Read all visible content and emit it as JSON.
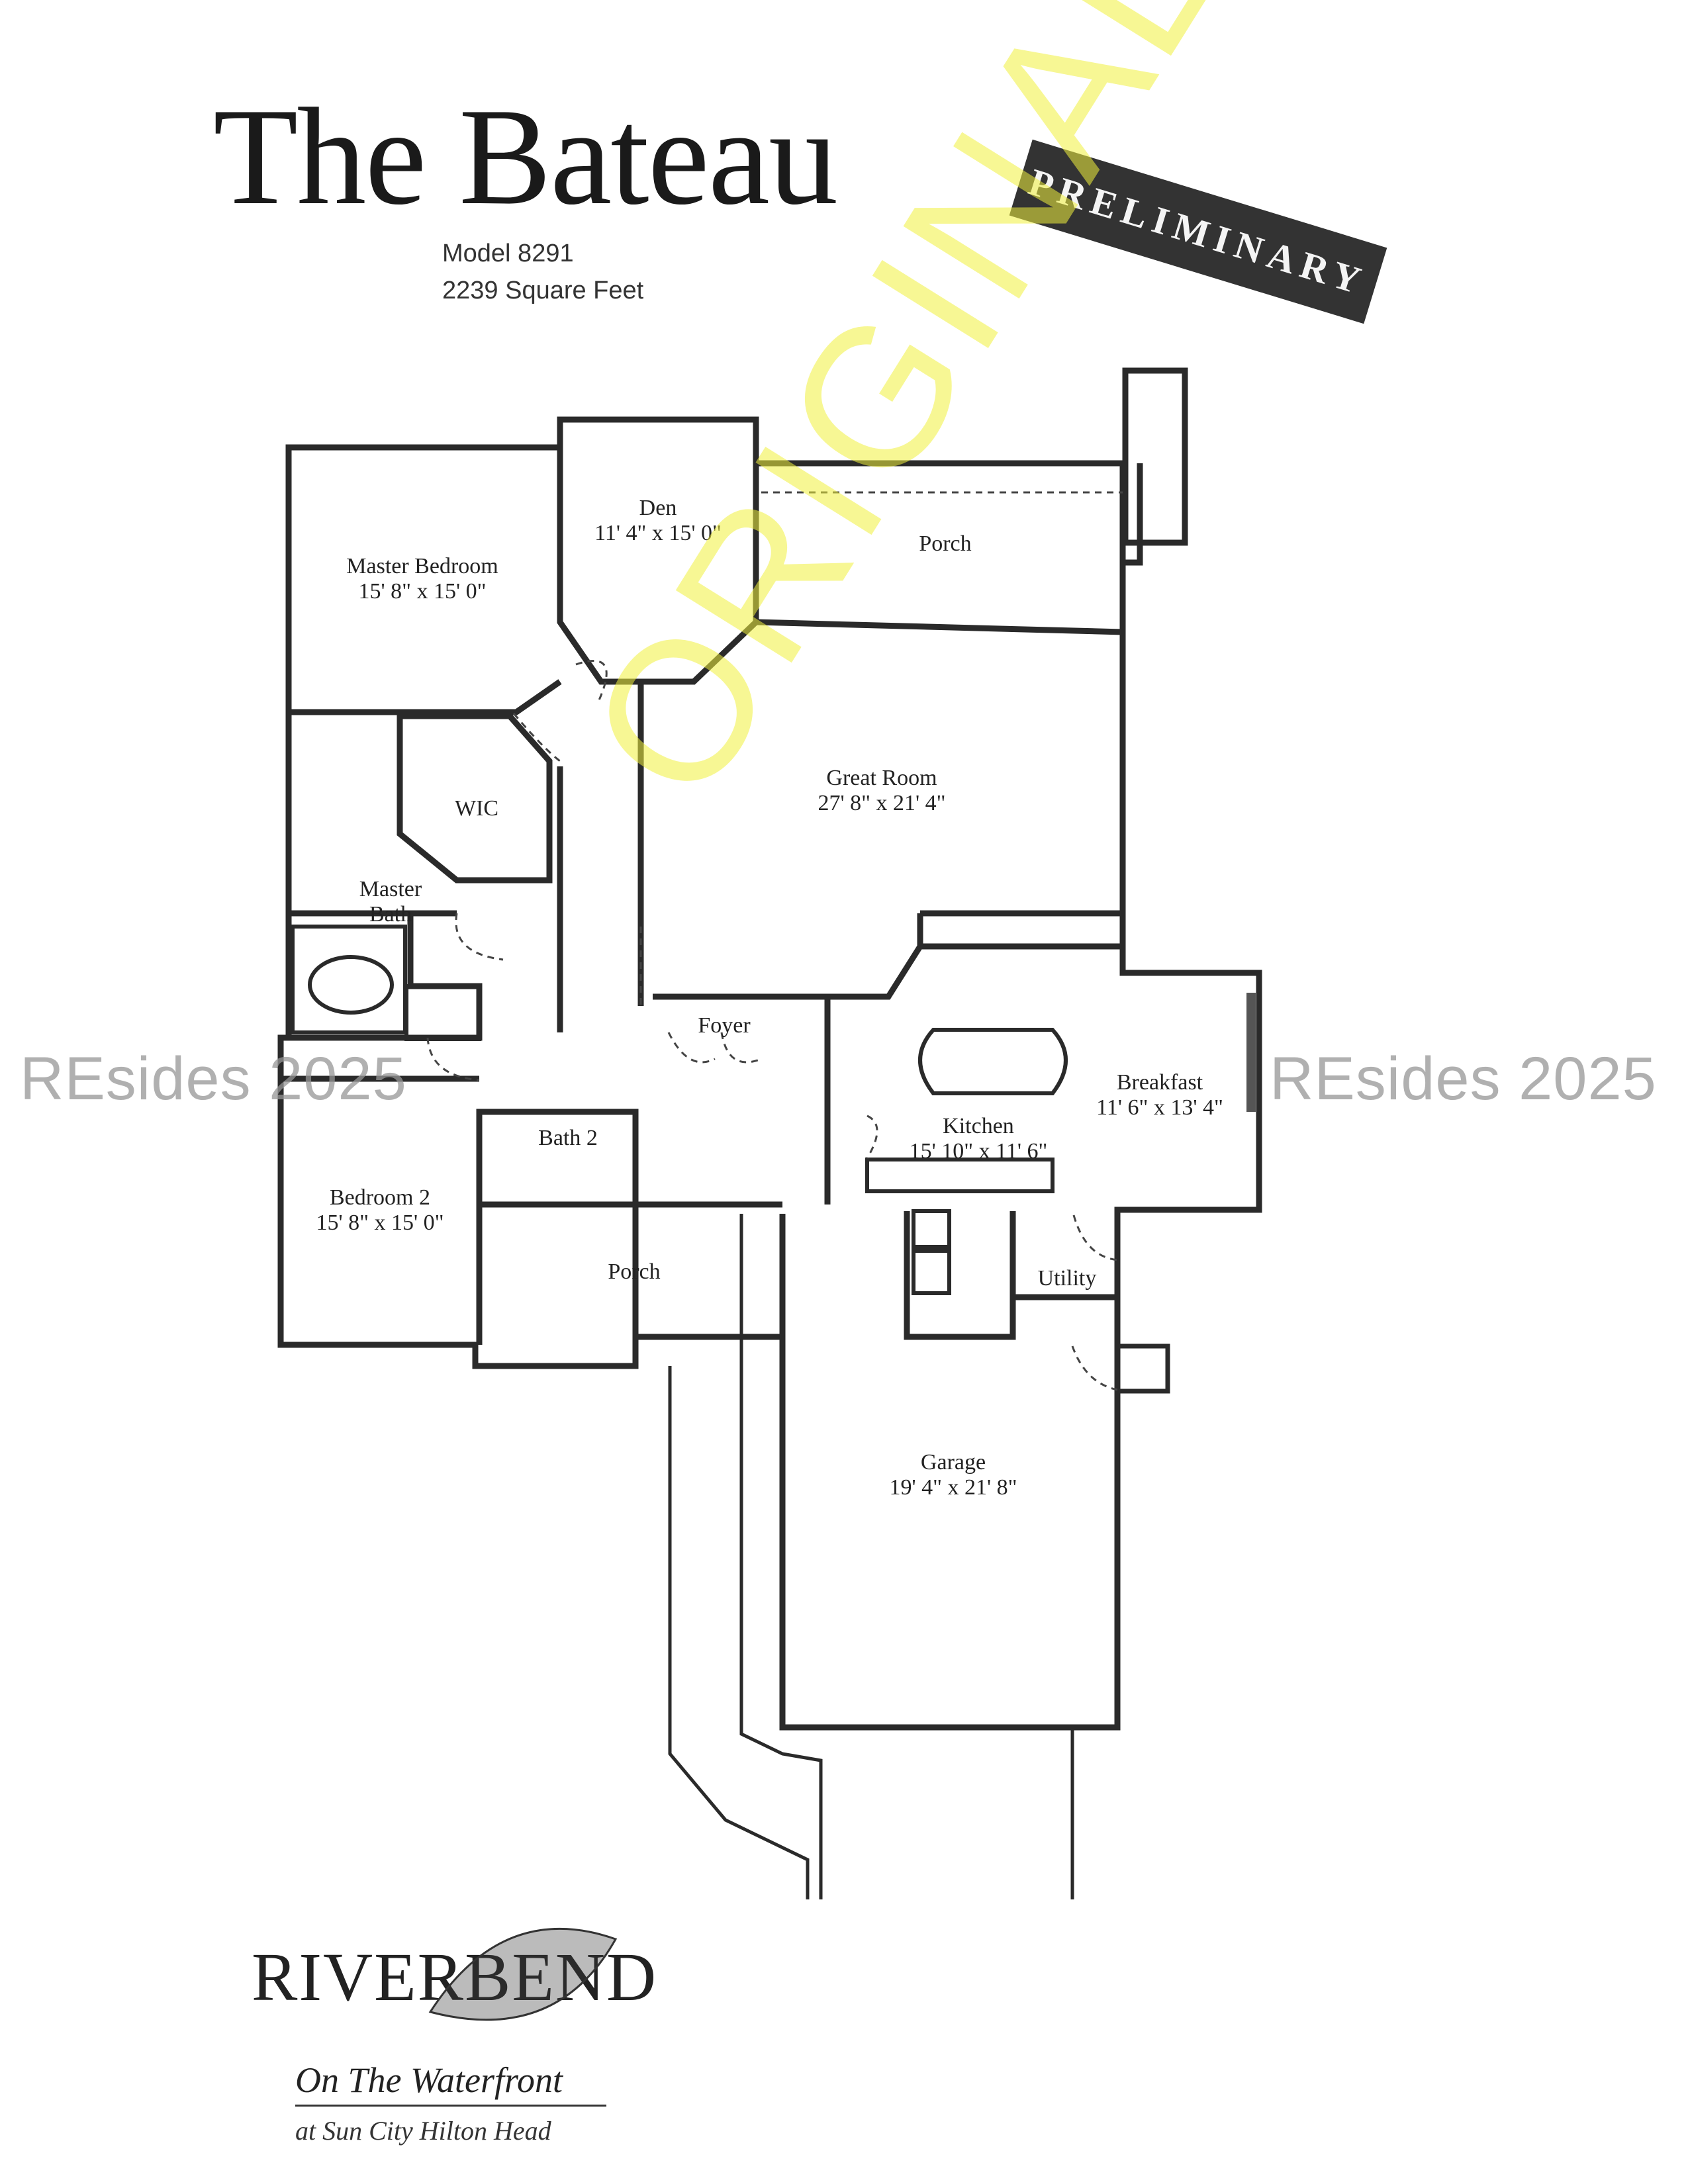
{
  "header": {
    "title": "The Bateau",
    "model": "Model 8291",
    "square_feet": "2239 Square Feet",
    "stamp": "PRELIMINARY"
  },
  "watermarks": {
    "left": "REsides 2025",
    "right": "REsides 2025"
  },
  "handwriting": "ORIGINAL",
  "rooms": {
    "den": {
      "name": "Den",
      "size": "11' 4\" x 15' 0\""
    },
    "porch_rear": {
      "name": "Porch"
    },
    "master_bedroom": {
      "name": "Master Bedroom",
      "size": "15' 8\" x 15' 0\""
    },
    "great_room": {
      "name": "Great Room",
      "size": "27' 8\" x 21' 4\""
    },
    "wic": {
      "name": "WIC"
    },
    "master_bath": {
      "line1": "Master",
      "line2": "Bath"
    },
    "foyer": {
      "name": "Foyer"
    },
    "breakfast": {
      "name": "Breakfast",
      "size": "11' 6\" x 13' 4\""
    },
    "kitchen": {
      "name": "Kitchen",
      "size": "15' 10\" x 11' 6\""
    },
    "bath2": {
      "name": "Bath 2"
    },
    "bedroom2": {
      "name": "Bedroom 2",
      "size": "15' 8\" x 15' 0\""
    },
    "porch_front": {
      "name": "Porch"
    },
    "utility": {
      "name": "Utility"
    },
    "garage": {
      "name": "Garage",
      "size": "19' 4\" x 21' 8\""
    }
  },
  "logo": {
    "brand": "RIVERBEND",
    "tagline": "On The Waterfront",
    "location": "at Sun City Hilton Head"
  }
}
